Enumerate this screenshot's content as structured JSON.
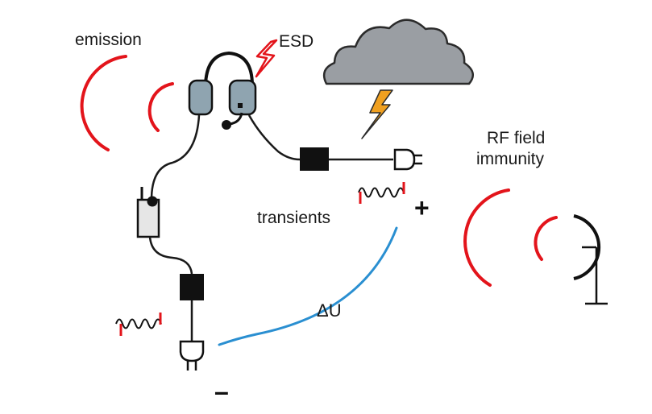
{
  "labels": {
    "emission": "emission",
    "esd": "ESD",
    "rf_line1": "RF field",
    "rf_line2": "immunity",
    "transients": "transients",
    "delta_u": "ΔU",
    "plus": "+",
    "minus": "–"
  },
  "colors": {
    "emission_arc": "#e3141b",
    "esd_bolt": "#e3141b",
    "potential_line": "#2a8fd1",
    "cloud": "#9a9ea3",
    "lightning": "#f0a020",
    "headset_cup": "#8fa4b0",
    "wire": "#1a1a1a",
    "spike": "#e3141b"
  },
  "icons": [
    "headset-icon",
    "cloud-icon",
    "lightning-bolt-icon",
    "esd-bolt-icon",
    "power-plug-icon",
    "ground-symbol-icon",
    "ferrite-filter-icon",
    "radio-unit-icon"
  ]
}
